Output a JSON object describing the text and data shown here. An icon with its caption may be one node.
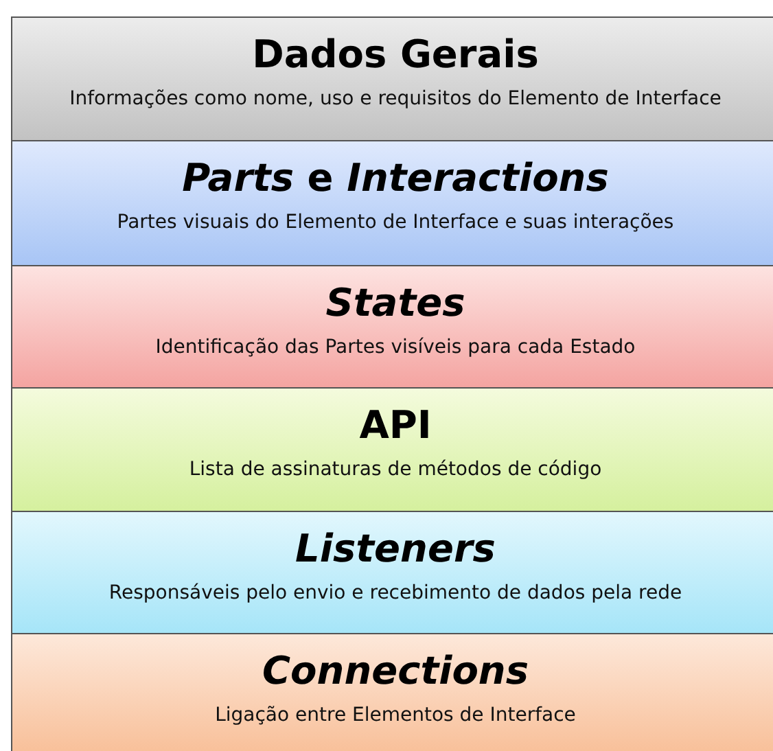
{
  "diagram": {
    "nodes": [
      {
        "text": [
          "Dados Gerais",
          "Informações como nome, uso e requisitos do Elemento de Interface"
        ]
      },
      {
        "text": [
          "*Parts* e *Interactions*",
          "Partes visuais do Elemento de Interface e suas interações"
        ]
      },
      {
        "text": [
          "States",
          "Identificação das Partes visíveis para cada Estado"
        ]
      },
      {
        "text": [
          "API",
          "Lista de assinaturas de métodos de código"
        ]
      },
      {
        "text": [
          "Listeners",
          "Responsáveis pelo envio e recebimento de dados pela rede"
        ]
      },
      {
        "text": [
          "Connections",
          "Ligação entre Elementos de Interface"
        ]
      }
    ]
  }
}
